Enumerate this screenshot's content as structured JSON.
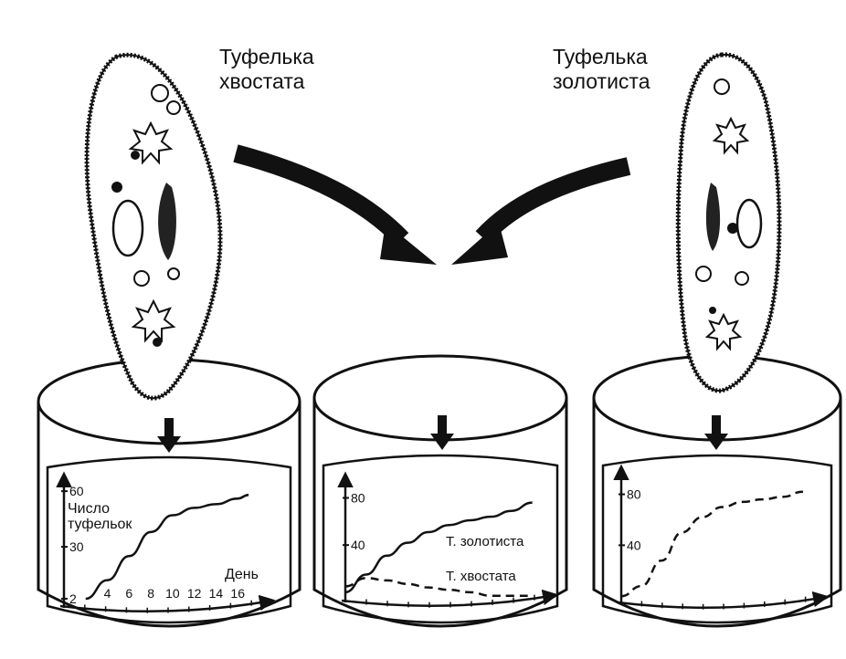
{
  "species_labels": {
    "caudatum": "Туфелька\nхвостата",
    "aurelia": "Туфелька\nзолотиста"
  },
  "chart_data": [
    {
      "type": "line",
      "ylabel": "Число\nтуфельок",
      "xlabel": "День",
      "y_ticks": [
        "2",
        "30",
        "60"
      ],
      "x_ticks": [
        "4",
        "6",
        "8",
        "10",
        "12",
        "14",
        "16"
      ],
      "series": [
        {
          "x": [
            2,
            4,
            6,
            8,
            10,
            12,
            14,
            16,
            17
          ],
          "y": [
            2,
            12,
            25,
            38,
            47,
            51,
            53,
            56,
            58
          ]
        }
      ]
    },
    {
      "type": "line",
      "y_ticks": [
        "40",
        "80"
      ],
      "series": [
        {
          "name": "Т. золотиста",
          "style": "solid",
          "x": [
            0,
            2,
            4,
            6,
            8,
            10,
            12,
            14,
            16,
            18
          ],
          "y": [
            0,
            15,
            31,
            42,
            51,
            57,
            61,
            64,
            69,
            76
          ]
        },
        {
          "name": "Т. хвостата",
          "style": "dashed",
          "x": [
            0,
            2,
            4,
            6,
            8,
            10,
            12,
            14,
            16,
            18
          ],
          "y": [
            5,
            12,
            10,
            7,
            4,
            2,
            0,
            -3,
            -3,
            -3
          ]
        }
      ]
    },
    {
      "type": "line",
      "y_ticks": [
        "40",
        "80"
      ],
      "series": [
        {
          "style": "dashed",
          "x": [
            0,
            2,
            4,
            6,
            8,
            10,
            12,
            14,
            16,
            18
          ],
          "y": [
            0,
            8,
            28,
            50,
            62,
            70,
            74,
            76,
            78,
            82
          ]
        }
      ]
    }
  ]
}
